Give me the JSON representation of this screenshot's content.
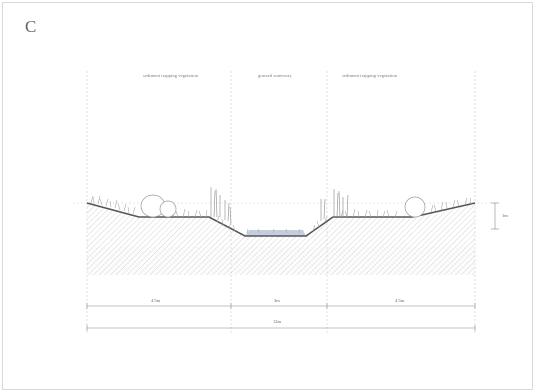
{
  "panel_label": "C",
  "zones": [
    {
      "label": "sediment trapping vegetation"
    },
    {
      "label": "grassed waterway"
    },
    {
      "label": "sediment trapping vegetation"
    }
  ],
  "dimensions": {
    "left_width": "4.5m",
    "center_width": "3m",
    "right_width": "4.5m",
    "total_width": "12m",
    "height": "1m"
  }
}
